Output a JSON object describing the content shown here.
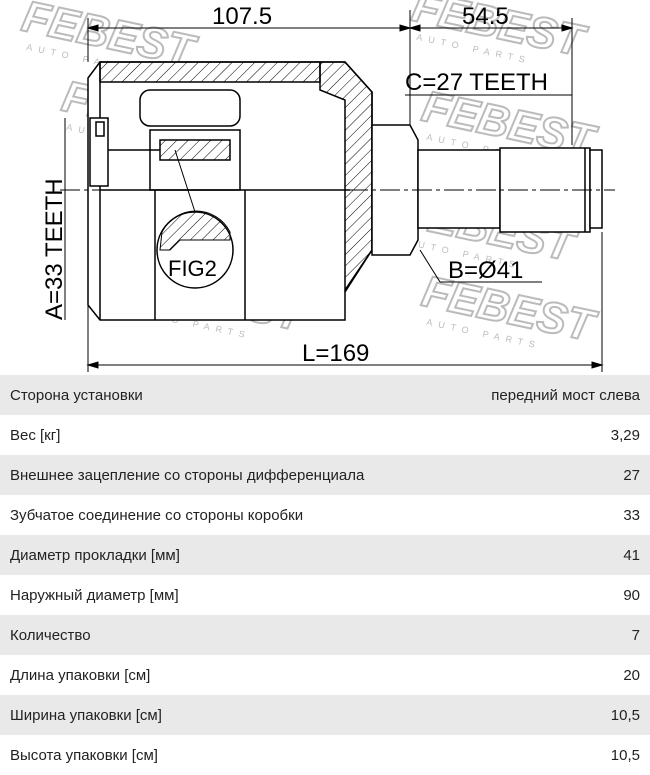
{
  "drawing": {
    "watermark_brand": "FEBEST",
    "watermark_sub": "AUTO PARTS",
    "dim_left_length": "107.5",
    "dim_right_length": "54.5",
    "spline_c": "C=27 TEETH",
    "spline_a": "A=33 TEETH",
    "seal_b": "B=Ø41",
    "fig_label": "FIG2",
    "overall_length": "L=169"
  },
  "specs": [
    {
      "label": "Сторона установки",
      "value": "передний мост слева"
    },
    {
      "label": "Вес [кг]",
      "value": "3,29"
    },
    {
      "label": "Внешнее зацепление со стороны дифференциала",
      "value": "27"
    },
    {
      "label": "Зубчатое соединение со стороны коробки",
      "value": "33"
    },
    {
      "label": "Диаметр прокладки [мм]",
      "value": "41"
    },
    {
      "label": "Наружный диаметр [мм]",
      "value": "90"
    },
    {
      "label": "Количество",
      "value": "7"
    },
    {
      "label": "Длина упаковки [см]",
      "value": "20"
    },
    {
      "label": "Ширина упаковки [см]",
      "value": "10,5"
    },
    {
      "label": "Высота упаковки [см]",
      "value": "10,5"
    }
  ]
}
